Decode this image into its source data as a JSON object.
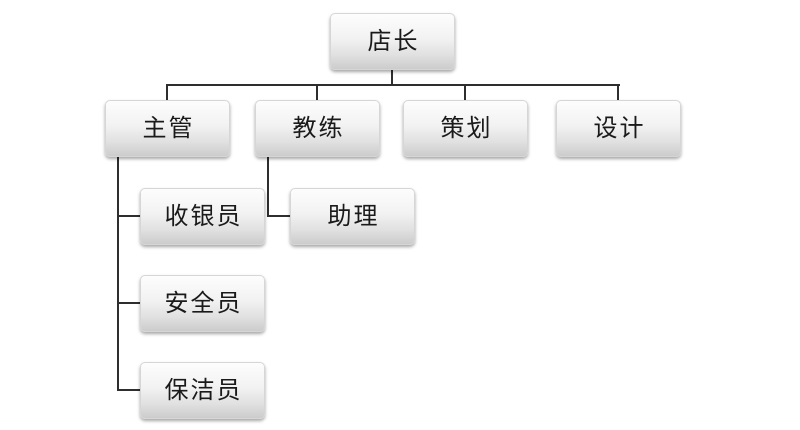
{
  "diagram": {
    "type": "org-chart",
    "root": {
      "label": "店长"
    },
    "level2": [
      {
        "label": "主管"
      },
      {
        "label": "教练"
      },
      {
        "label": "策划"
      },
      {
        "label": "设计"
      }
    ],
    "supervisor_children": [
      {
        "label": "收银员"
      },
      {
        "label": "安全员"
      },
      {
        "label": "保洁员"
      }
    ],
    "coach_children": [
      {
        "label": "助理"
      }
    ]
  },
  "colors": {
    "background": "#ffffff",
    "node_gradient_top": "#fdfdfd",
    "node_gradient_bottom": "#cccccc",
    "node_border": "#d6d6d6",
    "connector": "#2e2e2e",
    "text": "#1a1a1a"
  }
}
